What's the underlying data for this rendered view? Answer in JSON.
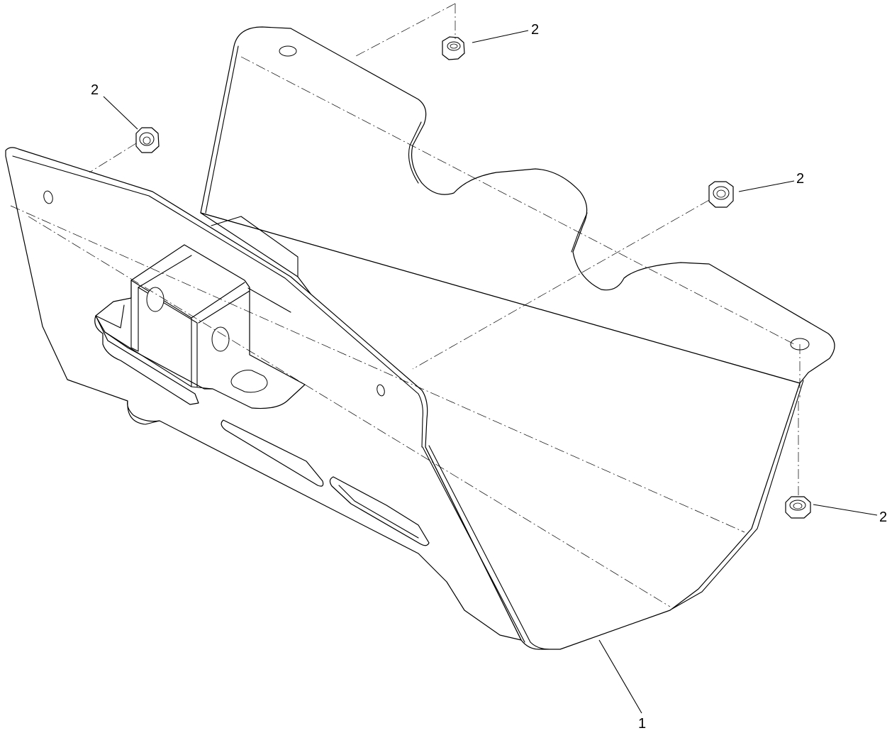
{
  "callouts": {
    "skid_plate": "1",
    "nut_top_center": "2",
    "nut_top_left": "2",
    "nut_right_middle": "2",
    "nut_right_lower": "2"
  }
}
